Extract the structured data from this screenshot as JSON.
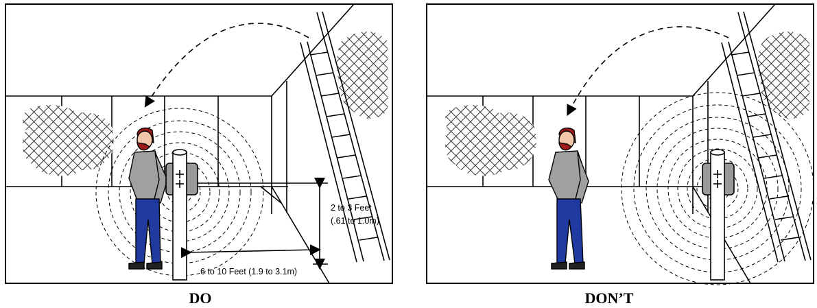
{
  "panels": [
    {
      "caption": "DO",
      "height_label_1": "2 to 3 Feet",
      "height_label_2": "(.61 to 1.0m)",
      "distance_label": "6 to 10 Feet (1.9 to 3.1m)"
    },
    {
      "caption": "DON’T"
    }
  ],
  "colors": {
    "shirt": "#a0a0a0",
    "pants": "#1f3aa0",
    "hair": "#9e1b1b",
    "skin": "#f2c6a8",
    "pole": "#ffffff",
    "panel_box": "#9a9a9a"
  }
}
